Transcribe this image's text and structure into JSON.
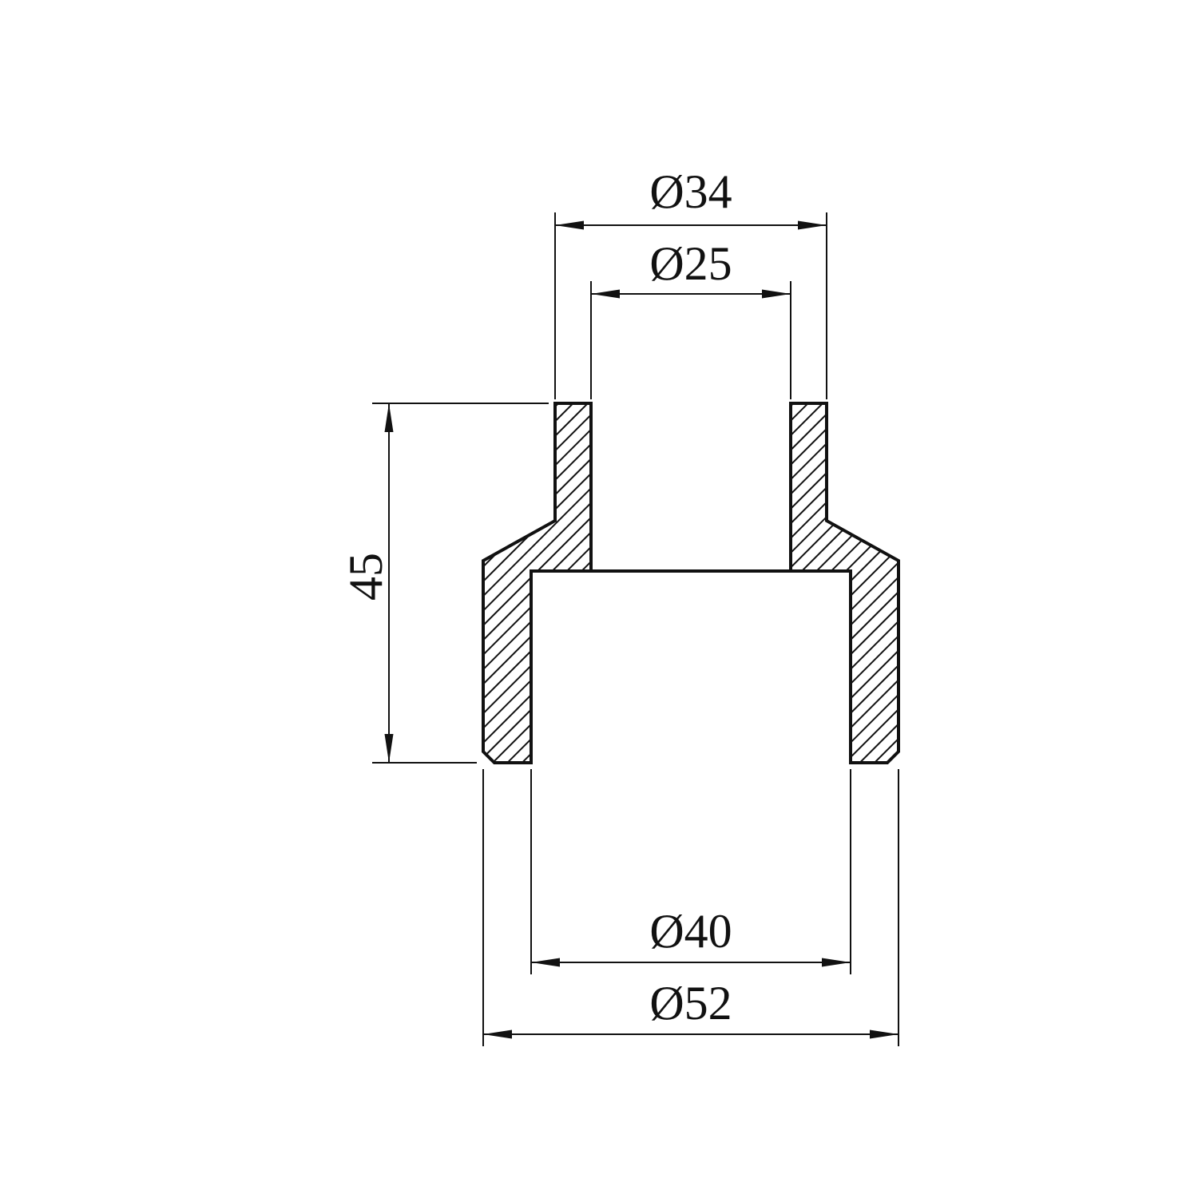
{
  "drawing": {
    "dimensions": {
      "top_outer_diameter": "Ø34",
      "top_inner_diameter": "Ø25",
      "overall_height": "45",
      "bottom_inner_diameter": "Ø40",
      "bottom_outer_diameter": "Ø52"
    },
    "colors": {
      "line": "#111111",
      "background": "#ffffff"
    }
  }
}
